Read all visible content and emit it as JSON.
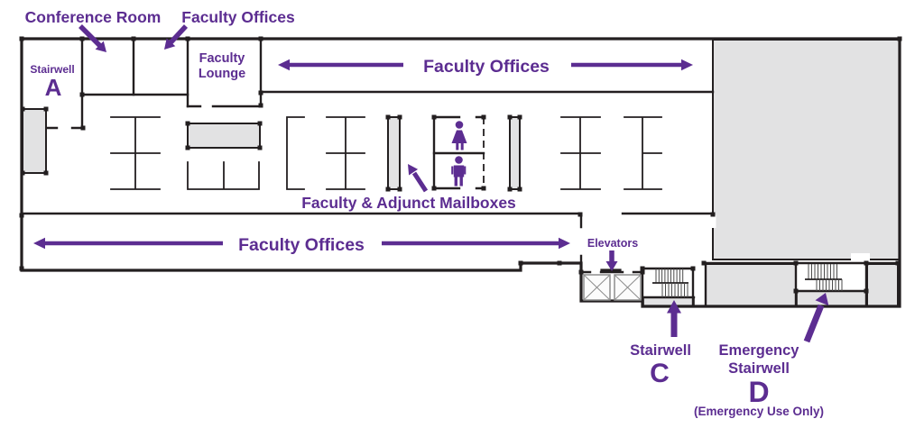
{
  "colors": {
    "purple": "#5C2D91",
    "wall": "#231F20",
    "room_fill": "#E2E2E3"
  },
  "annotations": {
    "conference_room": "Conference Room",
    "faculty_offices_label": "Faculty Offices",
    "stairwell_a": {
      "name": "Stairwell",
      "letter": "A"
    },
    "faculty_lounge": {
      "line1": "Faculty",
      "line2": "Lounge"
    },
    "corridor_upper": "Faculty Offices",
    "mailboxes": "Faculty & Adjunct Mailboxes",
    "corridor_lower": "Faculty Offices",
    "elevators": "Elevators",
    "stairwell_c": {
      "name": "Stairwell",
      "letter": "C"
    },
    "stairwell_d": {
      "line1": "Emergency",
      "line2": "Stairwell",
      "letter": "D",
      "note": "(Emergency Use Only)"
    }
  },
  "icons": {
    "woman_restroom": "woman-figure",
    "man_restroom": "man-figure",
    "stairs": "stair-tread-hatch",
    "elevator": "crossed-box"
  }
}
